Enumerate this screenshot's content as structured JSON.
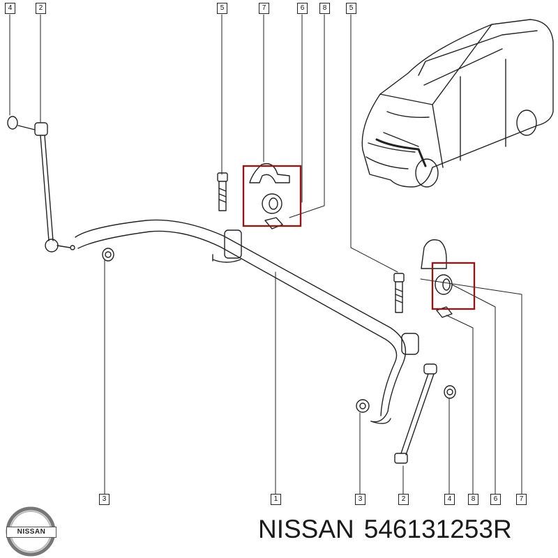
{
  "diagram": {
    "callouts_top": [
      "4",
      "2",
      "5",
      "7",
      "6",
      "8",
      "5"
    ],
    "callouts_bottom": [
      "3",
      "1",
      "3",
      "2",
      "4",
      "8",
      "6",
      "7"
    ]
  },
  "brand": {
    "logo_text": "NISSAN",
    "name": "NISSAN",
    "part_number": "546131253R",
    "highlight_color": "#8b1a1a"
  }
}
